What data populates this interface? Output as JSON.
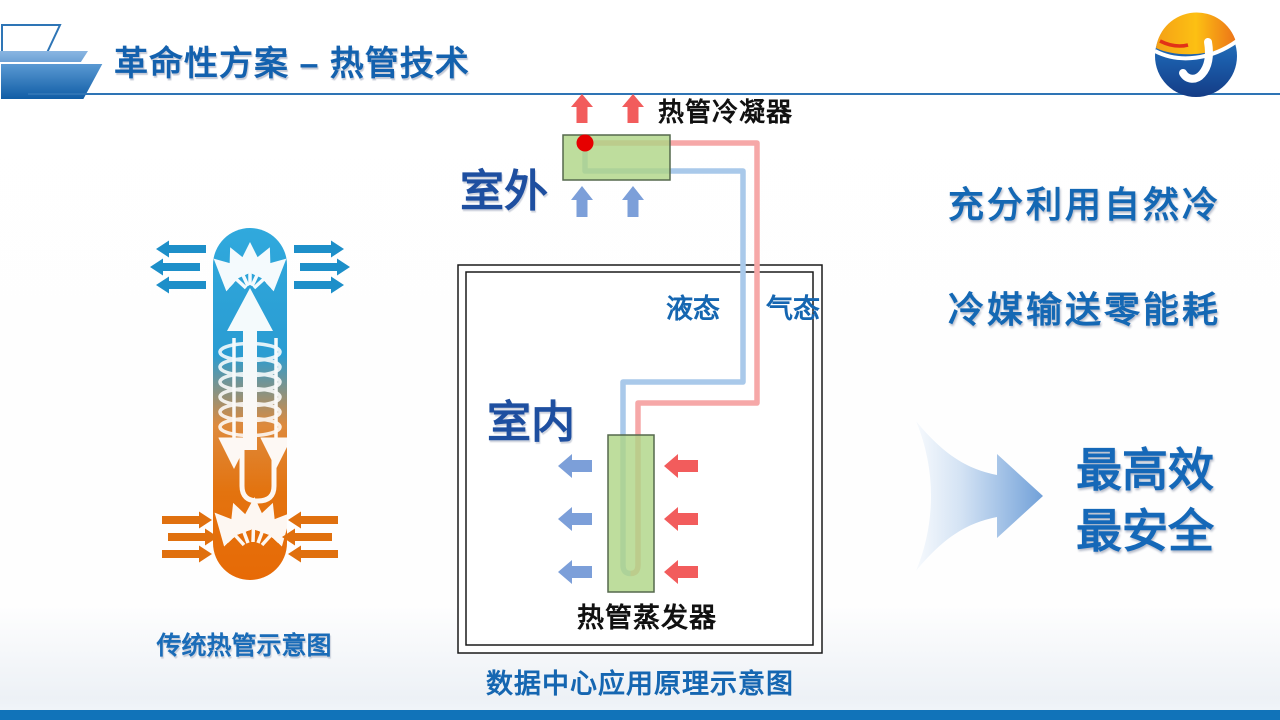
{
  "header": {
    "title": "革命性方案 – 热管技术"
  },
  "traditional_diagram": {
    "caption": "传统热管示意图"
  },
  "datacenter_diagram": {
    "condenser_label": "热管冷凝器",
    "outdoor_label": "室外",
    "indoor_label": "室内",
    "liquid_label": "液态",
    "gas_label": "气态",
    "evaporator_label": "热管蒸发器",
    "caption": "数据中心应用原理示意图"
  },
  "benefits": {
    "item1": "充分利用自然冷",
    "item2": "冷媒输送零能耗"
  },
  "conclusion": {
    "line1": "最高效",
    "line2": "最安全"
  },
  "colors": {
    "pipe_red": "#f6a8a8",
    "pipe_blue": "#a9c9ea",
    "arrow_red": "#f25c5c",
    "arrow_blue": "#7c9fd9",
    "unit_green": "#aed584",
    "dot_red": "#e60000",
    "bottom_bar": "#1173b9"
  }
}
